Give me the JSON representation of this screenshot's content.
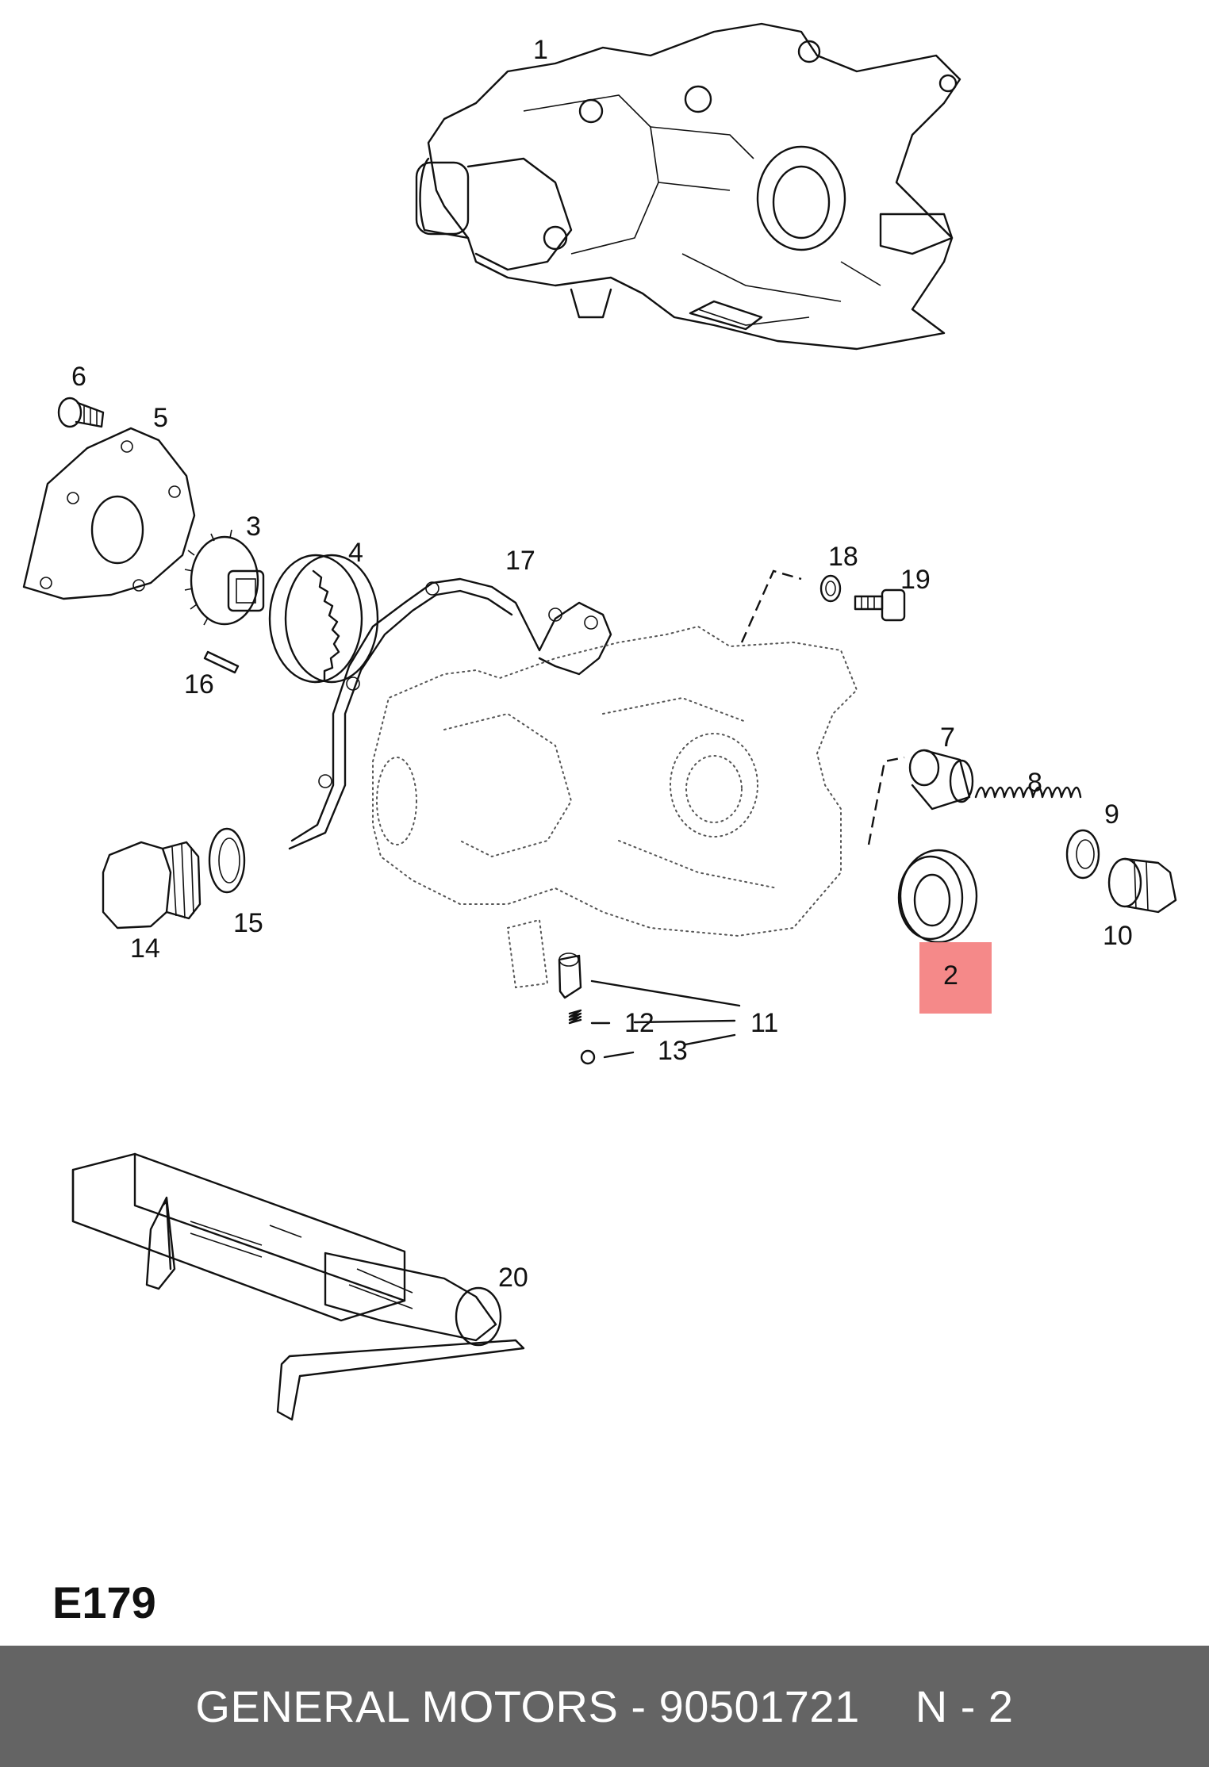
{
  "diagram": {
    "code": "E179",
    "callouts": {
      "c1": "1",
      "c2": "2",
      "c3": "3",
      "c4": "4",
      "c5": "5",
      "c6": "6",
      "c7": "7",
      "c8": "8",
      "c9": "9",
      "c10": "10",
      "c11": "11",
      "c12": "12",
      "c13": "13",
      "c14": "14",
      "c15": "15",
      "c16": "16",
      "c17": "17",
      "c18": "18",
      "c19": "19",
      "c20": "20"
    },
    "highlight_color": "#f47c7c"
  },
  "footer": {
    "brand": "GENERAL MOTORS - 90501721",
    "page": "N - 2"
  }
}
